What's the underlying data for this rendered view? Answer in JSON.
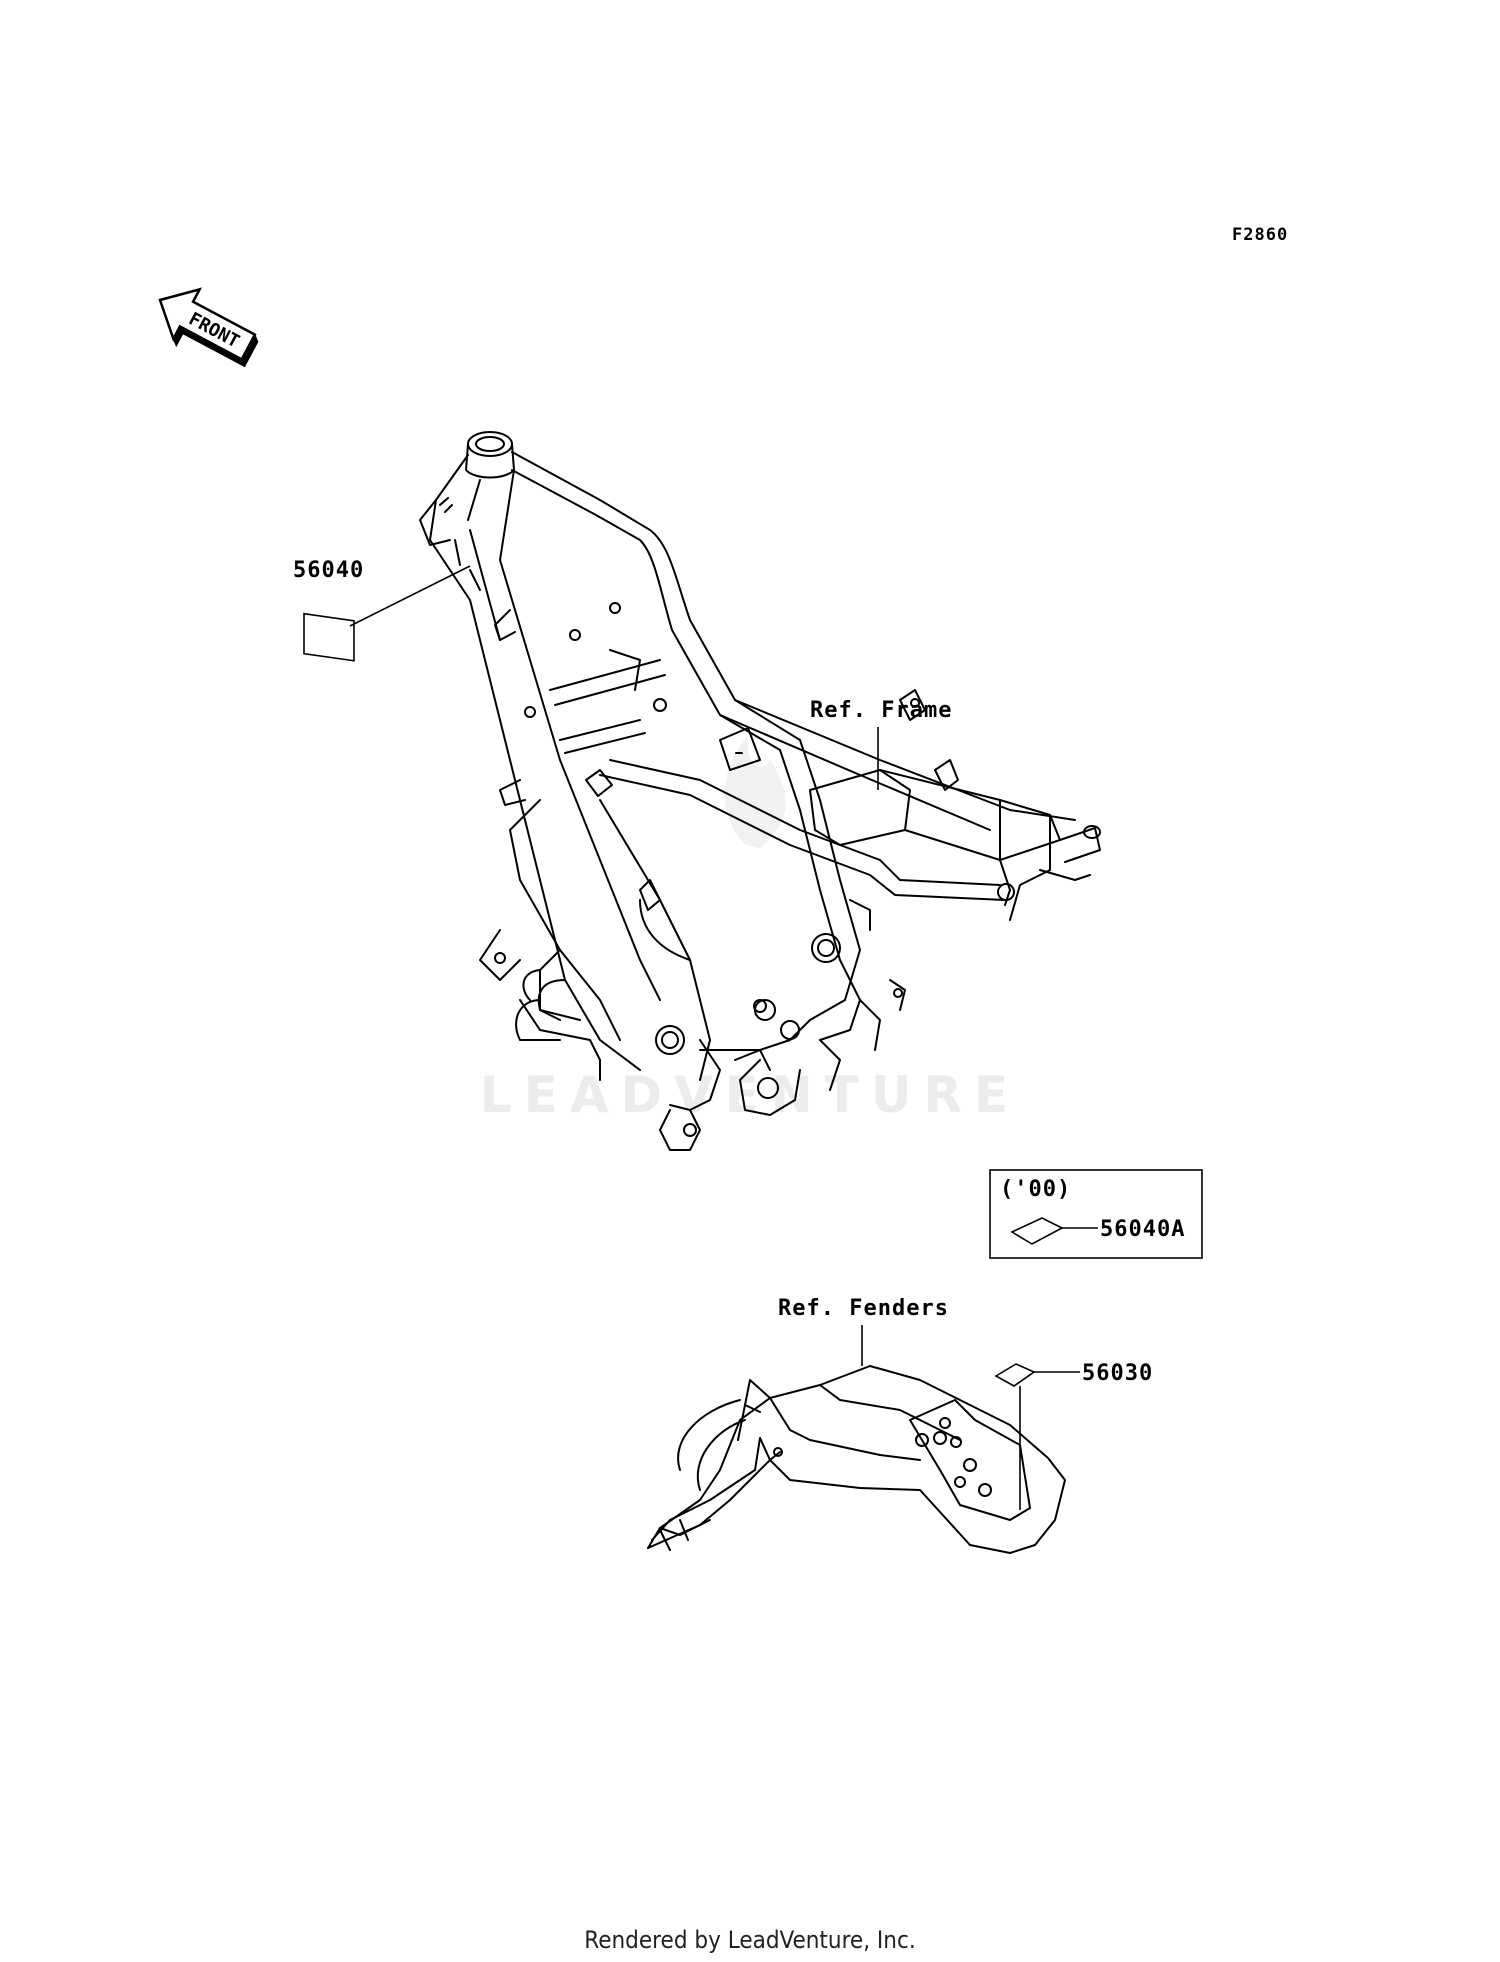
{
  "diagram_code": "F2860",
  "front_label": "FRONT",
  "watermark": "LEADVENTURE",
  "footer": "Rendered by LeadVenture, Inc.",
  "callouts": {
    "label_56040": "56040",
    "ref_frame": "Ref. Frame",
    "ref_fenders": "Ref. Fenders",
    "label_56030": "56030"
  },
  "note_box": {
    "condition": "('00)",
    "part": "56040A"
  }
}
